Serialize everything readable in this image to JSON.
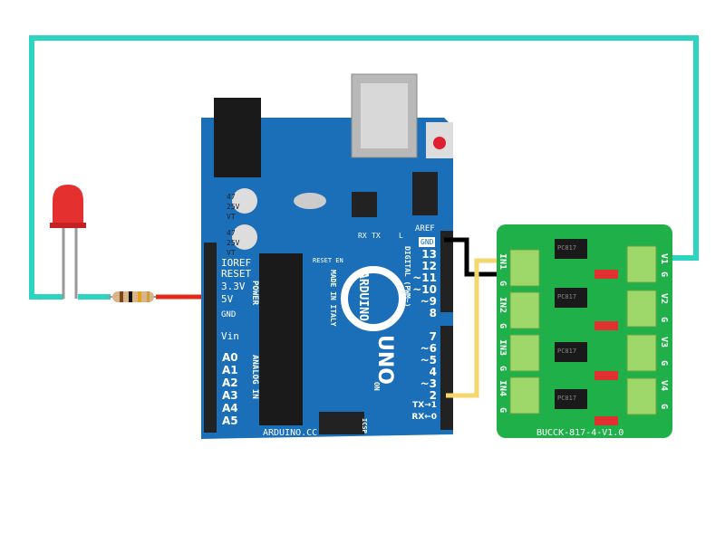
{
  "colors": {
    "signal_wire": "#2dd4bf",
    "ground_wire": "#000000",
    "digital_wire": "#f5d76e",
    "power_wire": "#e02a1a",
    "arduino_board": "#1a6fb8",
    "module_board": "#1fb04a",
    "led": "#e53030"
  },
  "arduino": {
    "brand": "ARDUINO",
    "model": "UNO",
    "website": "ARDUINO.CC",
    "made_in": "MADE IN ITALY",
    "icsp": "ICSP",
    "on": "ON",
    "reset_en": "RESET EN",
    "capacitor1": "47 25V VT",
    "capacitor2": "47 25V VT",
    "power_header_title": "POWER",
    "analog_header_title": "ANALOG IN",
    "digital_header_title": "DIGITAL (PWM~)",
    "power_pins": [
      "IOREF",
      "RESET",
      "3.3V",
      "5V",
      "GND",
      "Vin"
    ],
    "analog_pins": [
      "A0",
      "A1",
      "A2",
      "A3",
      "A4",
      "A5"
    ],
    "digital_top": [
      "AREF",
      "GND",
      "13",
      "12",
      "~11",
      "~10",
      "~9",
      "8"
    ],
    "digital_bottom": [
      "7",
      "~6",
      "~5",
      "4",
      "~3",
      "2",
      "TX→1",
      "RX←0"
    ],
    "leds": [
      "RX",
      "TX",
      "L"
    ]
  },
  "module": {
    "name": "BUCCK-817-4-V1.0",
    "chip": "PC817",
    "inputs": [
      "IN1",
      "G",
      "IN2",
      "G",
      "IN3",
      "G",
      "IN4",
      "G"
    ],
    "outputs": [
      "V1",
      "G",
      "V2",
      "G",
      "V3",
      "G",
      "V4",
      "G"
    ]
  }
}
